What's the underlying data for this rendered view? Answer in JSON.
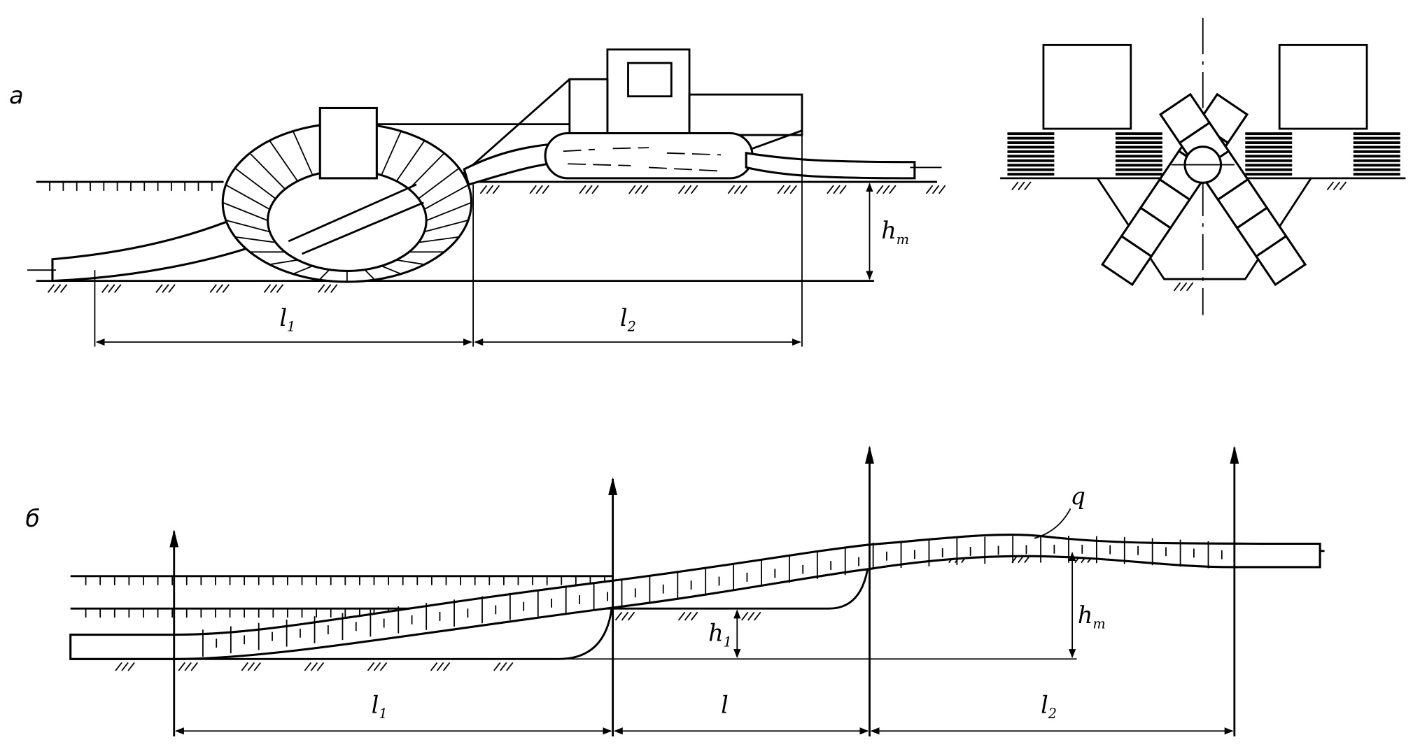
{
  "figure_a": {
    "label": "а",
    "dim_l1": "l",
    "dim_l1_sub": "1",
    "dim_l2": "l",
    "dim_l2_sub": "2",
    "dim_h": "h",
    "dim_h_sub": "т"
  },
  "figure_b": {
    "label": "б",
    "dim_l1": "l",
    "dim_l1_sub": "1",
    "dim_l": "l",
    "dim_l2": "l",
    "dim_l2_sub": "2",
    "dim_h1": "h",
    "dim_h1_sub": "1",
    "dim_h": "h",
    "dim_h_sub": "т",
    "load": "q"
  }
}
